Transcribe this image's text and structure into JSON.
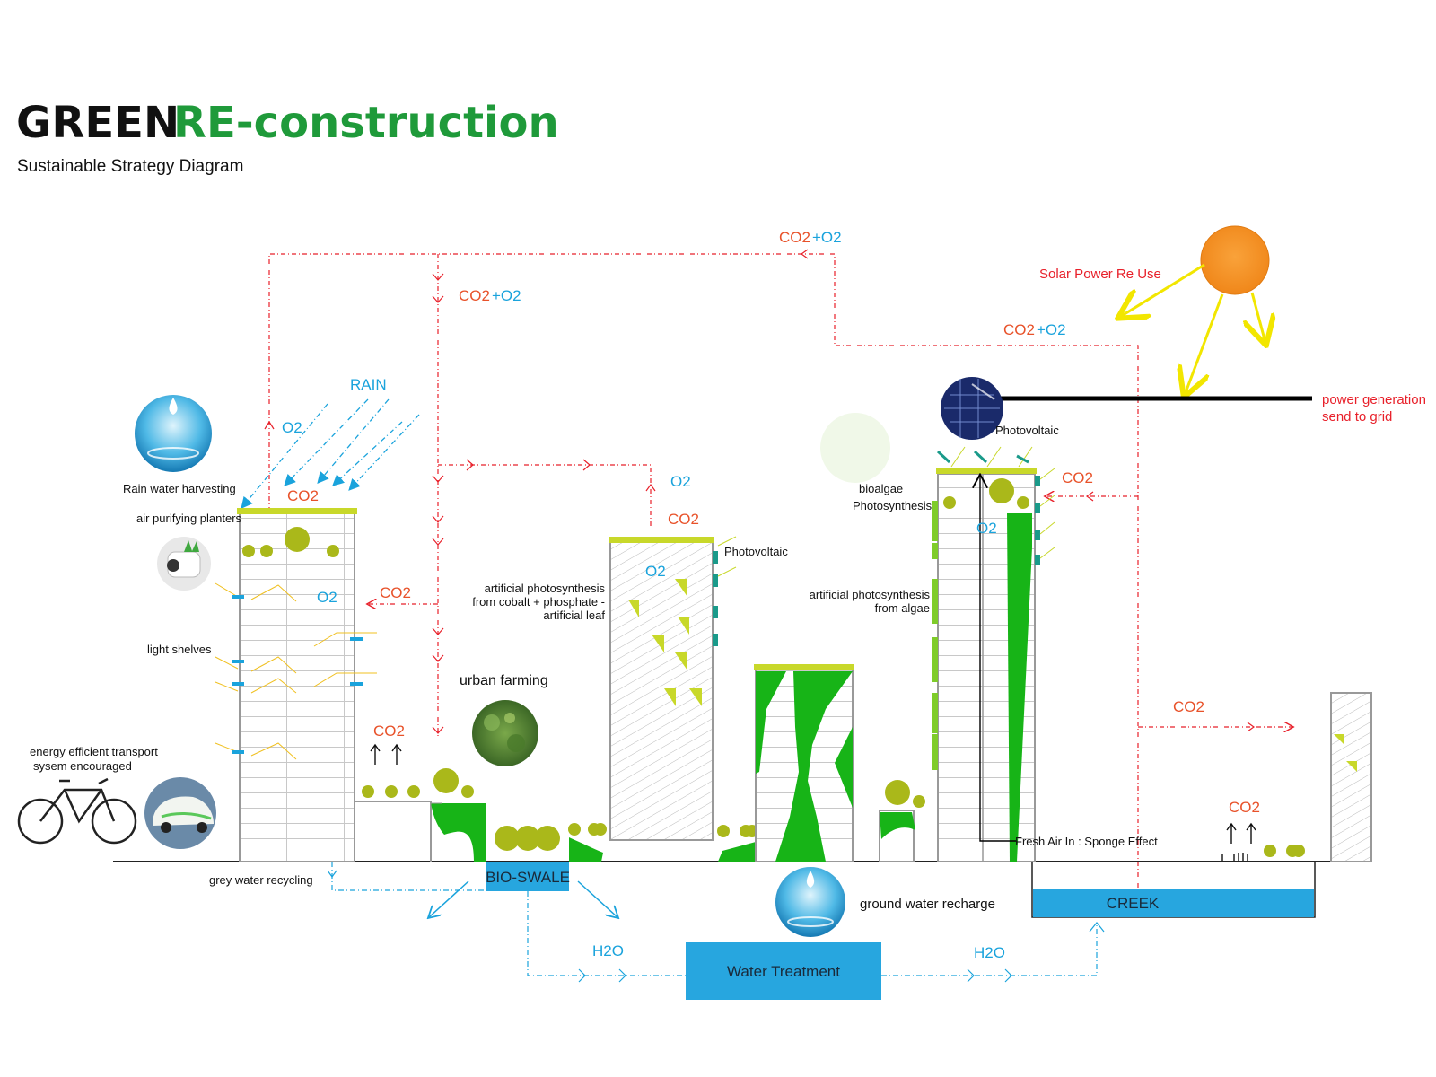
{
  "header": {
    "title_part1": "GREEN",
    "title_part2": "RE-construction",
    "subtitle": "Sustainable Strategy Diagram"
  },
  "labels": {
    "rain": "RAIN",
    "rain_water_harvesting": "Rain water harvesting",
    "air_purifying_planters": "air purifying planters",
    "light_shelves": "light shelves",
    "energy_transport_line1": "energy efficient transport",
    "energy_transport_line2": "sysem encouraged",
    "grey_water_recycling": "grey water recycling",
    "urban_farming": "urban farming",
    "bio_swale": "BIO-SWALE",
    "water_treatment": "Water Treatment",
    "creek": "CREEK",
    "ground_water_recharge": "ground water recharge",
    "artificial_leaf_line1": "artificial photosynthesis",
    "artificial_leaf_line2": "from cobalt + phosphate -",
    "artificial_leaf_line3": "artificial leaf",
    "photovoltaic_mid": "Photovoltaic",
    "photovoltaic_top": "Photovoltaic",
    "bioalgae_line1": "bioalgae",
    "bioalgae_line2": "Photosynthesis",
    "algae_line1": "artificial photosynthesis",
    "algae_line2": "from algae",
    "fresh_air": "Fresh Air In : Sponge Effect",
    "solar_power_reuse": "Solar Power Re Use",
    "power_gen_line1": "power generation",
    "power_gen_line2": "send to grid"
  },
  "flows": {
    "co2_o2_top": "CO2 +O2",
    "co2_o2_left_co2": "CO2",
    "co2_o2_left_o2": "+O2",
    "co2_o2_right_co2": "CO2",
    "co2_o2_right_o2": "+O2",
    "co2_o2_top_co2": "CO2",
    "co2_o2_top_o2": "+O2",
    "o2_a": "O2",
    "co2_a": "CO2",
    "o2_b": "O2",
    "co2_b": "CO2",
    "co2_c": "CO2",
    "o2_c": "O2",
    "co2_d": "CO2",
    "o2_d": "O2",
    "o2_e": "O2",
    "co2_e": "CO2",
    "co2_f": "CO2",
    "co2_g": "CO2",
    "h2o_a": "H2O",
    "h2o_b": "H2O"
  },
  "colors": {
    "green": "#17b417",
    "olive": "#b5c41a",
    "red": "#e8202a",
    "orange_red": "#e8522a",
    "blue": "#1aa3dc",
    "sun": "#f7941d",
    "ray": "#f2e600"
  }
}
